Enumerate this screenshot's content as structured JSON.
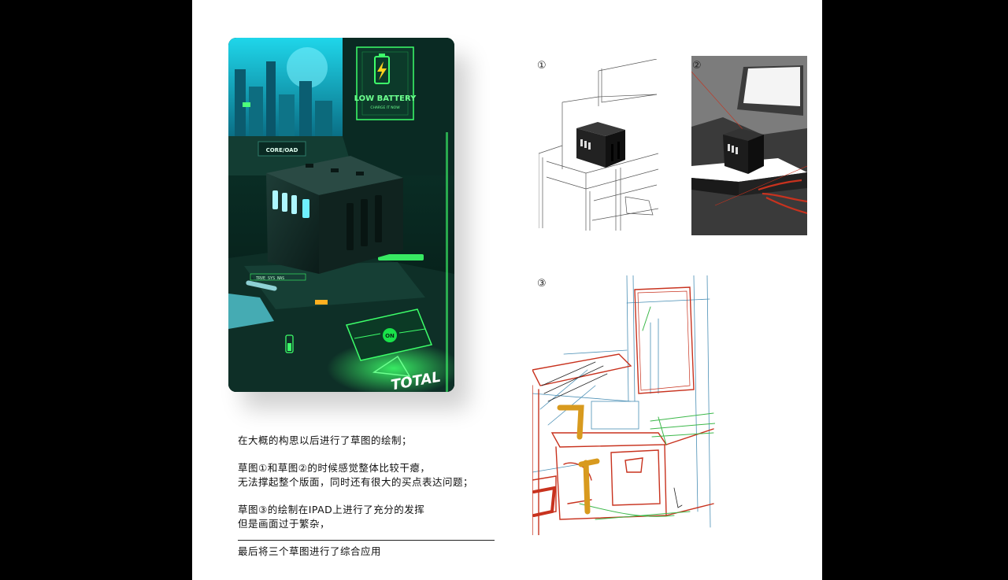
{
  "poster": {
    "screen_title": "LOW BATTERY",
    "screen_subtitle": "CHARGE IT NOW",
    "panel_label": "CORE/OAD",
    "strip_label": "TRVE SYS NAS",
    "button_label": "ON",
    "brand": "TOTAL"
  },
  "sketches": [
    {
      "number": "①"
    },
    {
      "number": "②"
    },
    {
      "number": "③"
    }
  ],
  "text": {
    "line1": "在大概的构思以后进行了草图的绘制；",
    "line2": "草图①和草图②的时候感觉整体比较干瘪，",
    "line3": "无法撑起整个版面，同时还有很大的买点表达问题；",
    "line4": "草图③的绘制在IPAD上进行了充分的发挥",
    "line5": "但是画面过于繁杂，",
    "line6": "最后将三个草图进行了综合应用"
  },
  "colors": {
    "neon_green": "#3dff6a",
    "cyan": "#3fe6ff",
    "sketch_red": "#c8321e",
    "sketch_orange": "#d89a1e",
    "sketch_blue": "#4a8fb5"
  }
}
